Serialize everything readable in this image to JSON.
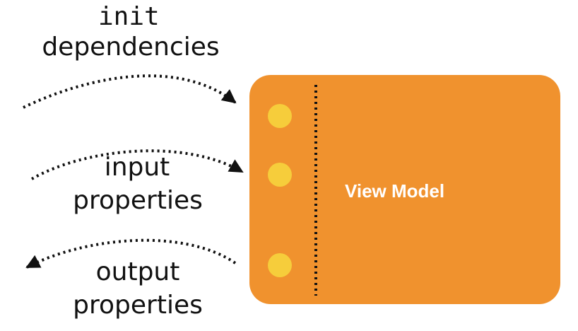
{
  "diagram": {
    "init": {
      "keyword": "init",
      "label": "dependencies"
    },
    "input": {
      "line1": "input",
      "line2": "properties"
    },
    "output": {
      "line1": "output",
      "line2": "properties"
    },
    "view_model": {
      "title": "View Model"
    },
    "colors": {
      "box": "#f0922e",
      "port": "#f6cd3b",
      "arrow": "#111111",
      "divider": "#111111",
      "text": "#111111",
      "title": "#ffffff"
    }
  }
}
